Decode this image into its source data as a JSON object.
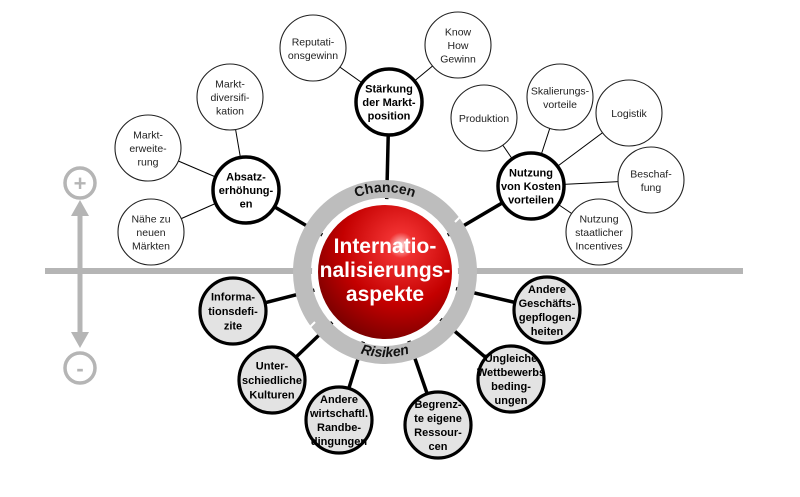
{
  "center": {
    "lines": [
      "Internatio-",
      "nalisierungs-",
      "aspekte"
    ]
  },
  "ring": {
    "top_label": "Chancen",
    "bottom_label": "Risiken"
  },
  "axis": {
    "plus_symbol": "+",
    "minus_symbol": "-"
  },
  "hubs": [
    {
      "lines": [
        "Stärkung",
        "der Markt-",
        "position"
      ]
    },
    {
      "lines": [
        "Absatz-",
        "erhöhung-",
        "en"
      ]
    },
    {
      "lines": [
        "Nutzung",
        "von Kosten",
        "vorteilen"
      ]
    }
  ],
  "leaves": [
    {
      "lines": [
        "Reputati-",
        "onsgewinn"
      ]
    },
    {
      "lines": [
        "Know",
        "How",
        "Gewinn"
      ]
    },
    {
      "lines": [
        "Markt-",
        "diversifi-",
        "kation"
      ]
    },
    {
      "lines": [
        "Markt-",
        "erweite-",
        "rung"
      ]
    },
    {
      "lines": [
        "Nähe zu",
        "neuen",
        "Märkten"
      ]
    },
    {
      "lines": [
        "Produktion"
      ]
    },
    {
      "lines": [
        "Skalierungs-",
        "vorteile"
      ]
    },
    {
      "lines": [
        "Logistik"
      ]
    },
    {
      "lines": [
        "Beschaf-",
        "fung"
      ]
    },
    {
      "lines": [
        "Nutzung",
        "staatlicher",
        "Incentives"
      ]
    }
  ],
  "risks": [
    {
      "lines": [
        "Informa-",
        "tionsdefi-",
        "zite"
      ]
    },
    {
      "lines": [
        "Unter-",
        "schiedliche",
        "Kulturen"
      ]
    },
    {
      "lines": [
        "Andere",
        "wirtschaftl.",
        "Randbe-",
        "dingungen"
      ]
    },
    {
      "lines": [
        "Begrenz-",
        "te eigene",
        "Ressour-",
        "cen"
      ]
    },
    {
      "lines": [
        "Ungleiche",
        "Wettbewerbs",
        "beding-",
        "ungen"
      ]
    },
    {
      "lines": [
        "Andere",
        "Geschäfts-",
        "gepflogen-",
        "heiten"
      ]
    }
  ],
  "colors": {
    "accent_red": "#c40000",
    "ring_gray": "#bdbdbd",
    "axis_gray": "#b5b5b5",
    "risk_fill": "#e3e3e3"
  }
}
